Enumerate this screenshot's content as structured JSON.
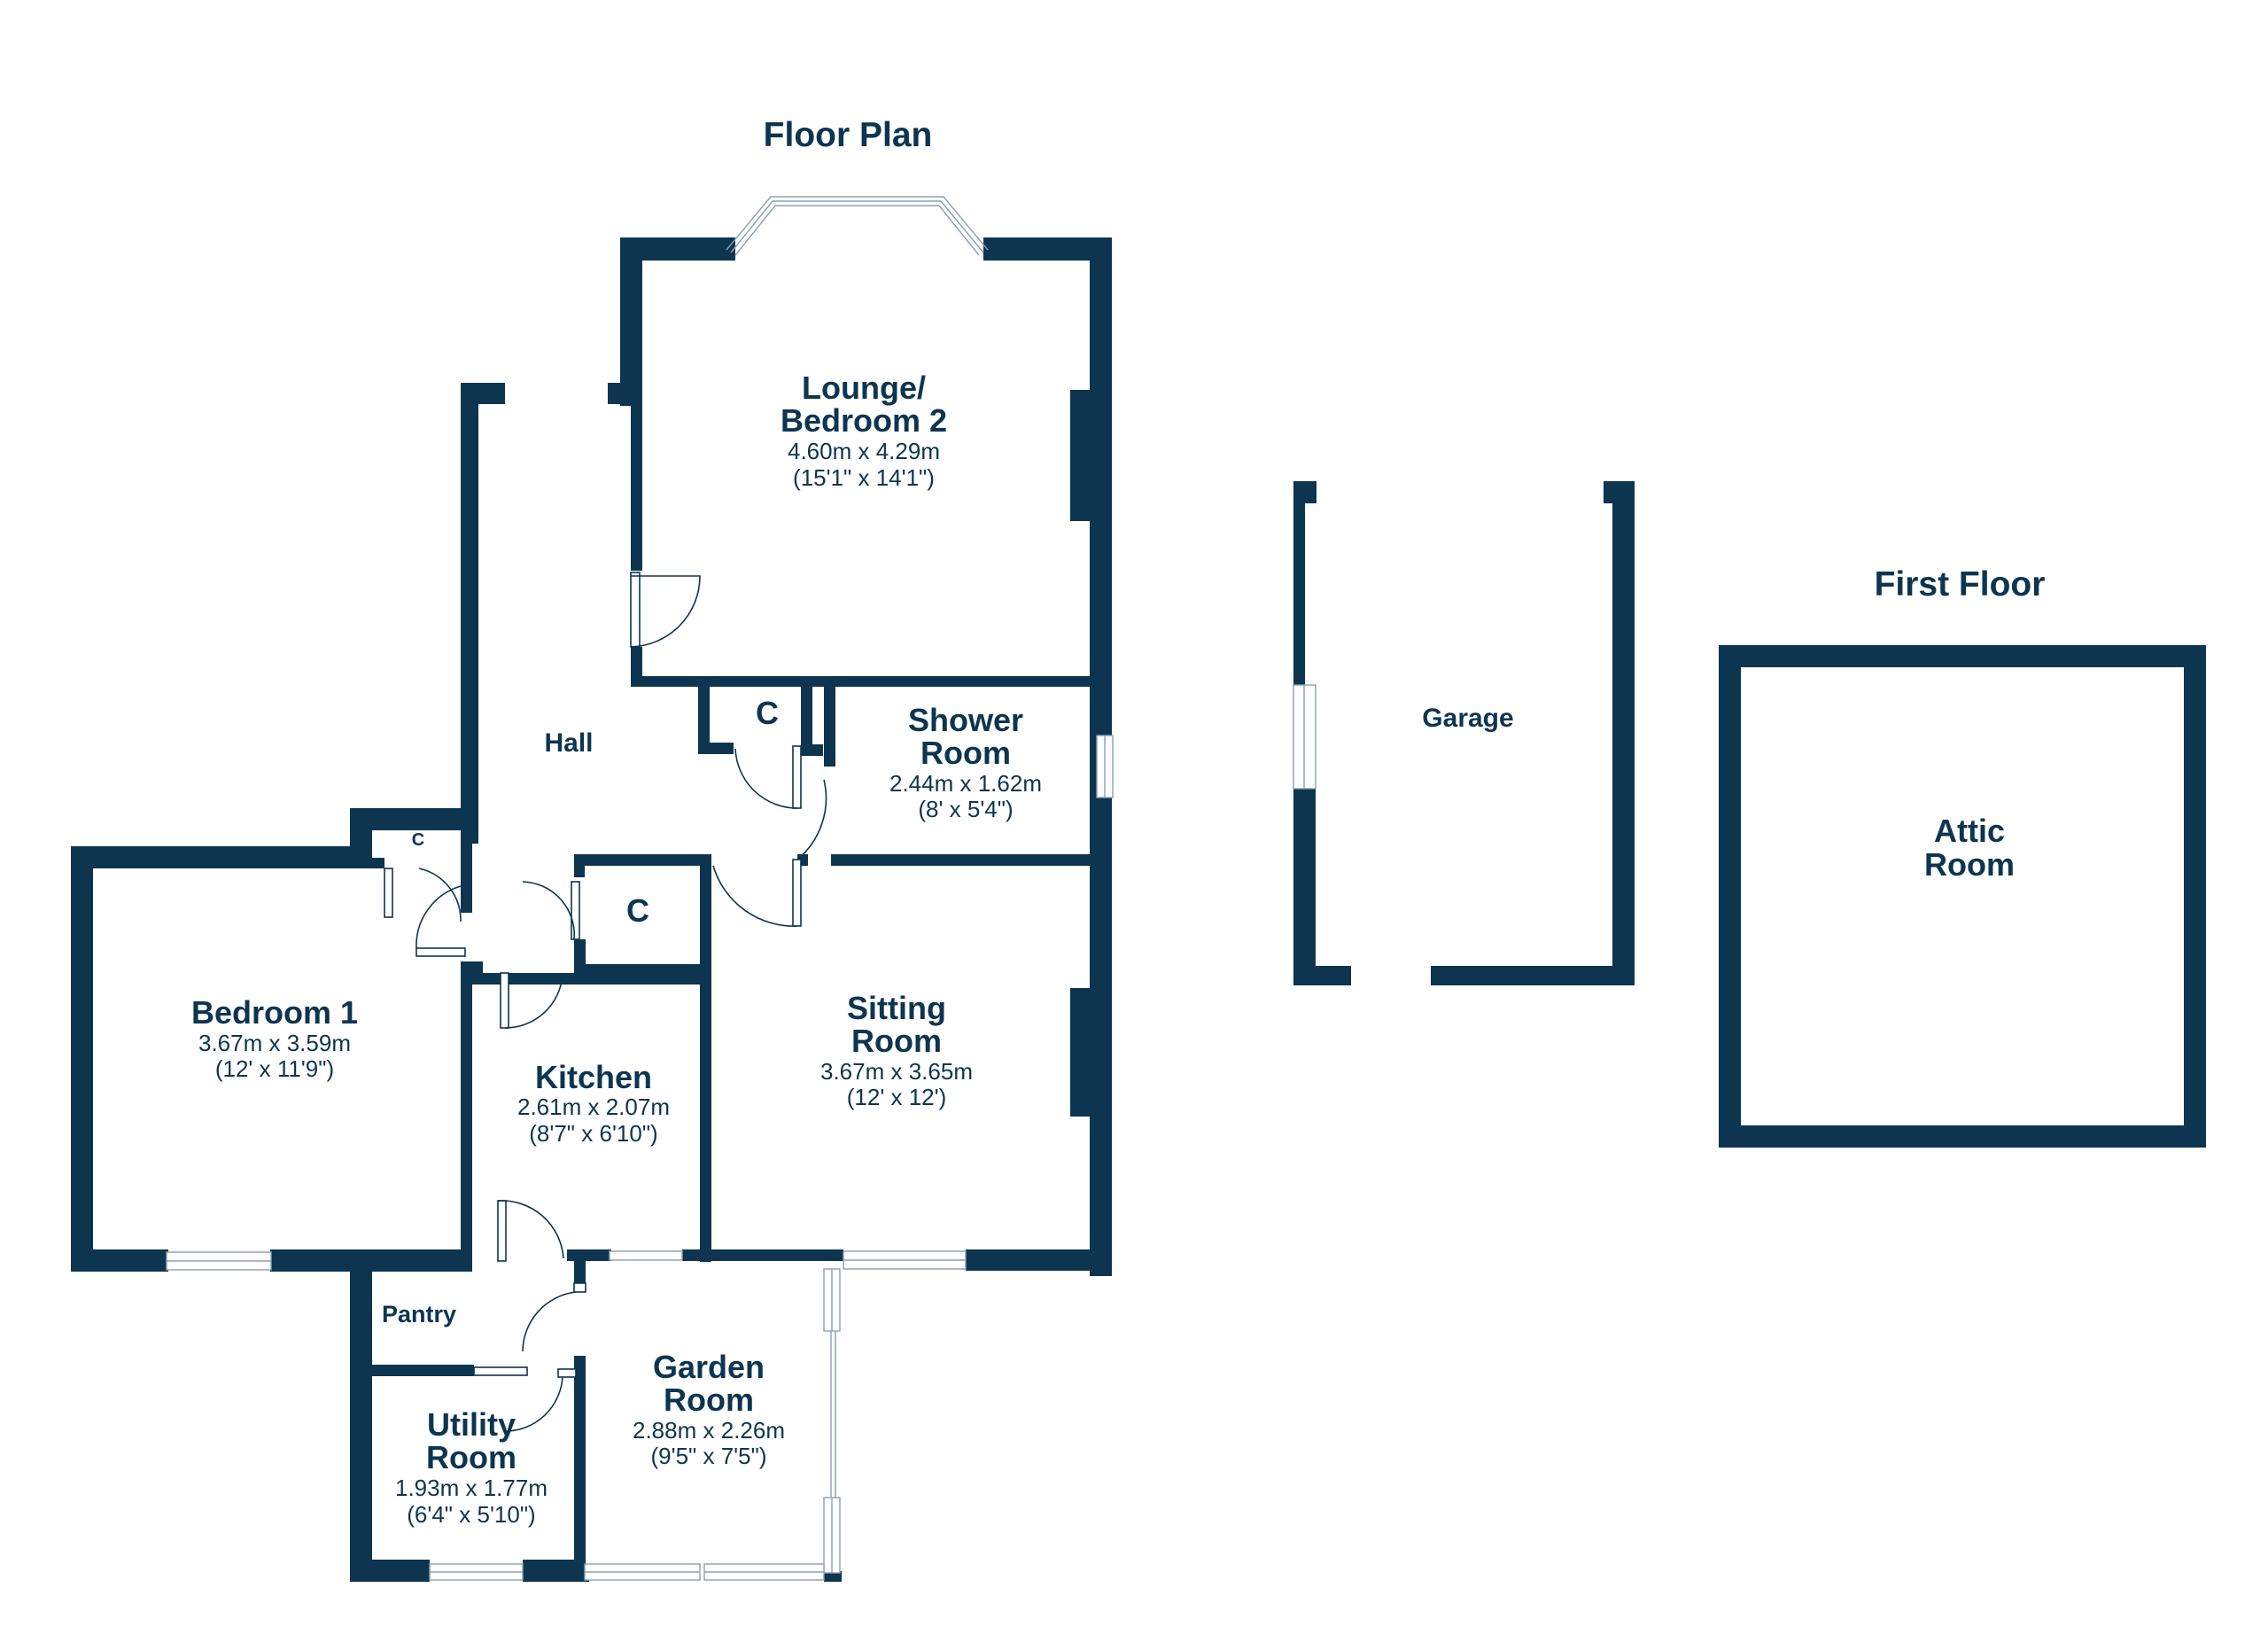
{
  "titles": {
    "floor_plan": "Floor Plan",
    "first_floor": "First Floor"
  },
  "rooms": {
    "lounge": {
      "name1": "Lounge/",
      "name2": "Bedroom 2",
      "metric": "4.60m x 4.29m",
      "imperial": "(15'1\" x 14'1\")"
    },
    "hall": {
      "name": "Hall"
    },
    "cupboard_c1": {
      "name": "C"
    },
    "cupboard_c2": {
      "name": "C"
    },
    "cupboard_c3": {
      "name": "C"
    },
    "shower": {
      "name1": "Shower",
      "name2": "Room",
      "metric": "2.44m x 1.62m",
      "imperial": "(8' x 5'4\")"
    },
    "bedroom1": {
      "name": "Bedroom 1",
      "metric": "3.67m x 3.59m",
      "imperial": "(12' x 11'9\")"
    },
    "kitchen": {
      "name": "Kitchen",
      "metric": "2.61m x 2.07m",
      "imperial": "(8'7\" x 6'10\")"
    },
    "sitting": {
      "name1": "Sitting",
      "name2": "Room",
      "metric": "3.67m x 3.65m",
      "imperial": "(12' x 12')"
    },
    "pantry": {
      "name": "Pantry"
    },
    "utility": {
      "name1": "Utility",
      "name2": "Room",
      "metric": "1.93m x 1.77m",
      "imperial": "(6'4\" x 5'10\")"
    },
    "garden": {
      "name1": "Garden",
      "name2": "Room",
      "metric": "2.88m x 2.26m",
      "imperial": "(9'5\" x 7'5\")"
    },
    "garage": {
      "name": "Garage"
    },
    "attic": {
      "name1": "Attic",
      "name2": "Room"
    }
  },
  "colors": {
    "wall": "#0d3550",
    "window": "#8aa0b0",
    "background": "#ffffff"
  }
}
